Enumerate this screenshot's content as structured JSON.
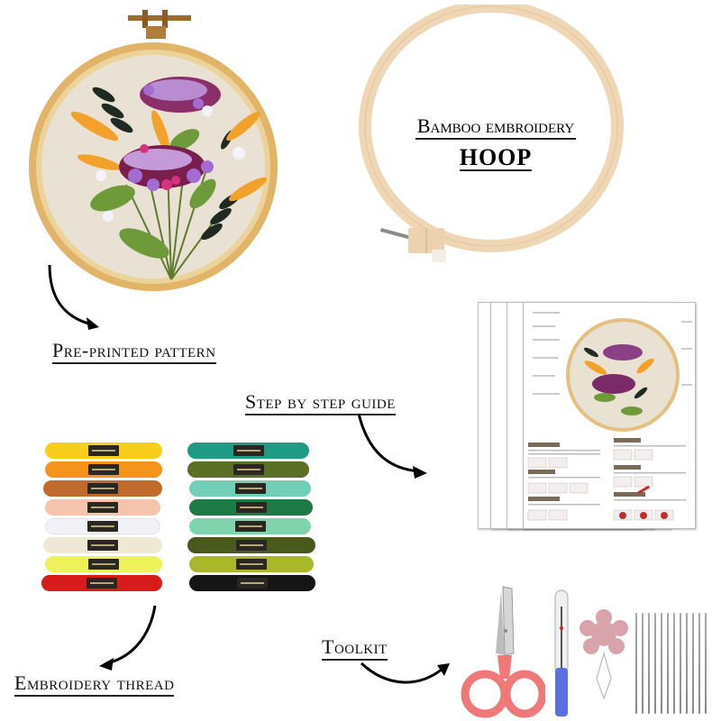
{
  "page": {
    "title": "Embroidery kit contents",
    "background": "#ffffff"
  },
  "items": {
    "pattern": {
      "label": "Pre-printed pattern",
      "icon": "embroidered-floral-hoop-image"
    },
    "hoop": {
      "label_line1": "Bamboo embroidery",
      "label_line2": "HOOP",
      "icon": "bamboo-hoop-image",
      "color": "#efd6b4"
    },
    "guide": {
      "label": "Step by step guide",
      "icon": "instruction-sheets-image"
    },
    "thread": {
      "label": "Embroidery thread",
      "icon": "thread-skeins-image",
      "left_column_colors": [
        "#f7cf1b",
        "#f5931a",
        "#c06a2c",
        "#f6c3ad",
        "#f6f6fa",
        "#efe8d4",
        "#eef25a",
        "#d81c1c"
      ],
      "right_column_colors": [
        "#1f9a84",
        "#5a6e24",
        "#6fcfb7",
        "#1d7a45",
        "#7fd3ad",
        "#4a5a1e",
        "#a9b82a",
        "#151515"
      ]
    },
    "toolkit": {
      "label": "Toolkit",
      "tools": [
        "scissors",
        "seam-ripper",
        "needle-threader",
        "needles"
      ],
      "scissors_color": "#f07878",
      "ripper_color": "#5a6fe0",
      "threader_color": "#d9a3ab",
      "needle_count": 12
    }
  }
}
